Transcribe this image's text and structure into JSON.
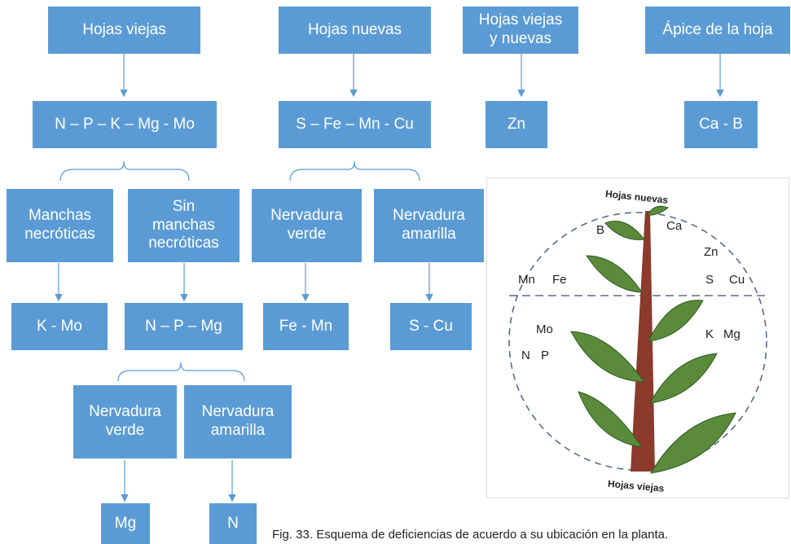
{
  "diagram": {
    "top_row": {
      "old_leaves": "Hojas viejas",
      "new_leaves": "Hojas nuevas",
      "old_and_new": "Hojas viejas\ny nuevas",
      "leaf_apex": "Ápice de la hoja"
    },
    "second_row": {
      "old_nutrients": "N – P – K – Mg - Mo",
      "new_nutrients": "S – Fe – Mn - Cu",
      "old_new_nutrient": "Zn",
      "apex_nutrients": "Ca - B"
    },
    "third_row": {
      "necrotic_spots": "Manchas\nnecróticas",
      "no_necrotic_spots": "Sin\nmanchas\nnecróticas",
      "green_vein": "Nervadura\nverde",
      "yellow_vein": "Nervadura\namarilla"
    },
    "fourth_row": {
      "k_mo": "K - Mo",
      "n_p_mg": "N – P – Mg",
      "fe_mn": "Fe - Mn",
      "s_cu": "S - Cu"
    },
    "fifth_row": {
      "green_vein": "Nervadura\nverde",
      "yellow_vein": "Nervadura\namarilla"
    },
    "sixth_row": {
      "mg": "Mg",
      "n": "N"
    }
  },
  "plant_figure": {
    "top_label": "Hojas nuevas",
    "bottom_label": "Hojas viejas",
    "labels": {
      "b": "B",
      "ca": "Ca",
      "zn": "Zn",
      "mn": "Mn",
      "fe": "Fe",
      "s": "S",
      "cu": "Cu",
      "mo": "Mo",
      "k": "K",
      "mg": "Mg",
      "n": "N",
      "p": "P"
    },
    "colors": {
      "stem": "#8b3a2b",
      "leaf": "#5a8a3a",
      "leaf_dark": "#2f5a25",
      "dash": "#5a6a8a"
    }
  },
  "caption": "Fig. 33. Esquema de deficiencias de acuerdo a su ubicación en la planta."
}
